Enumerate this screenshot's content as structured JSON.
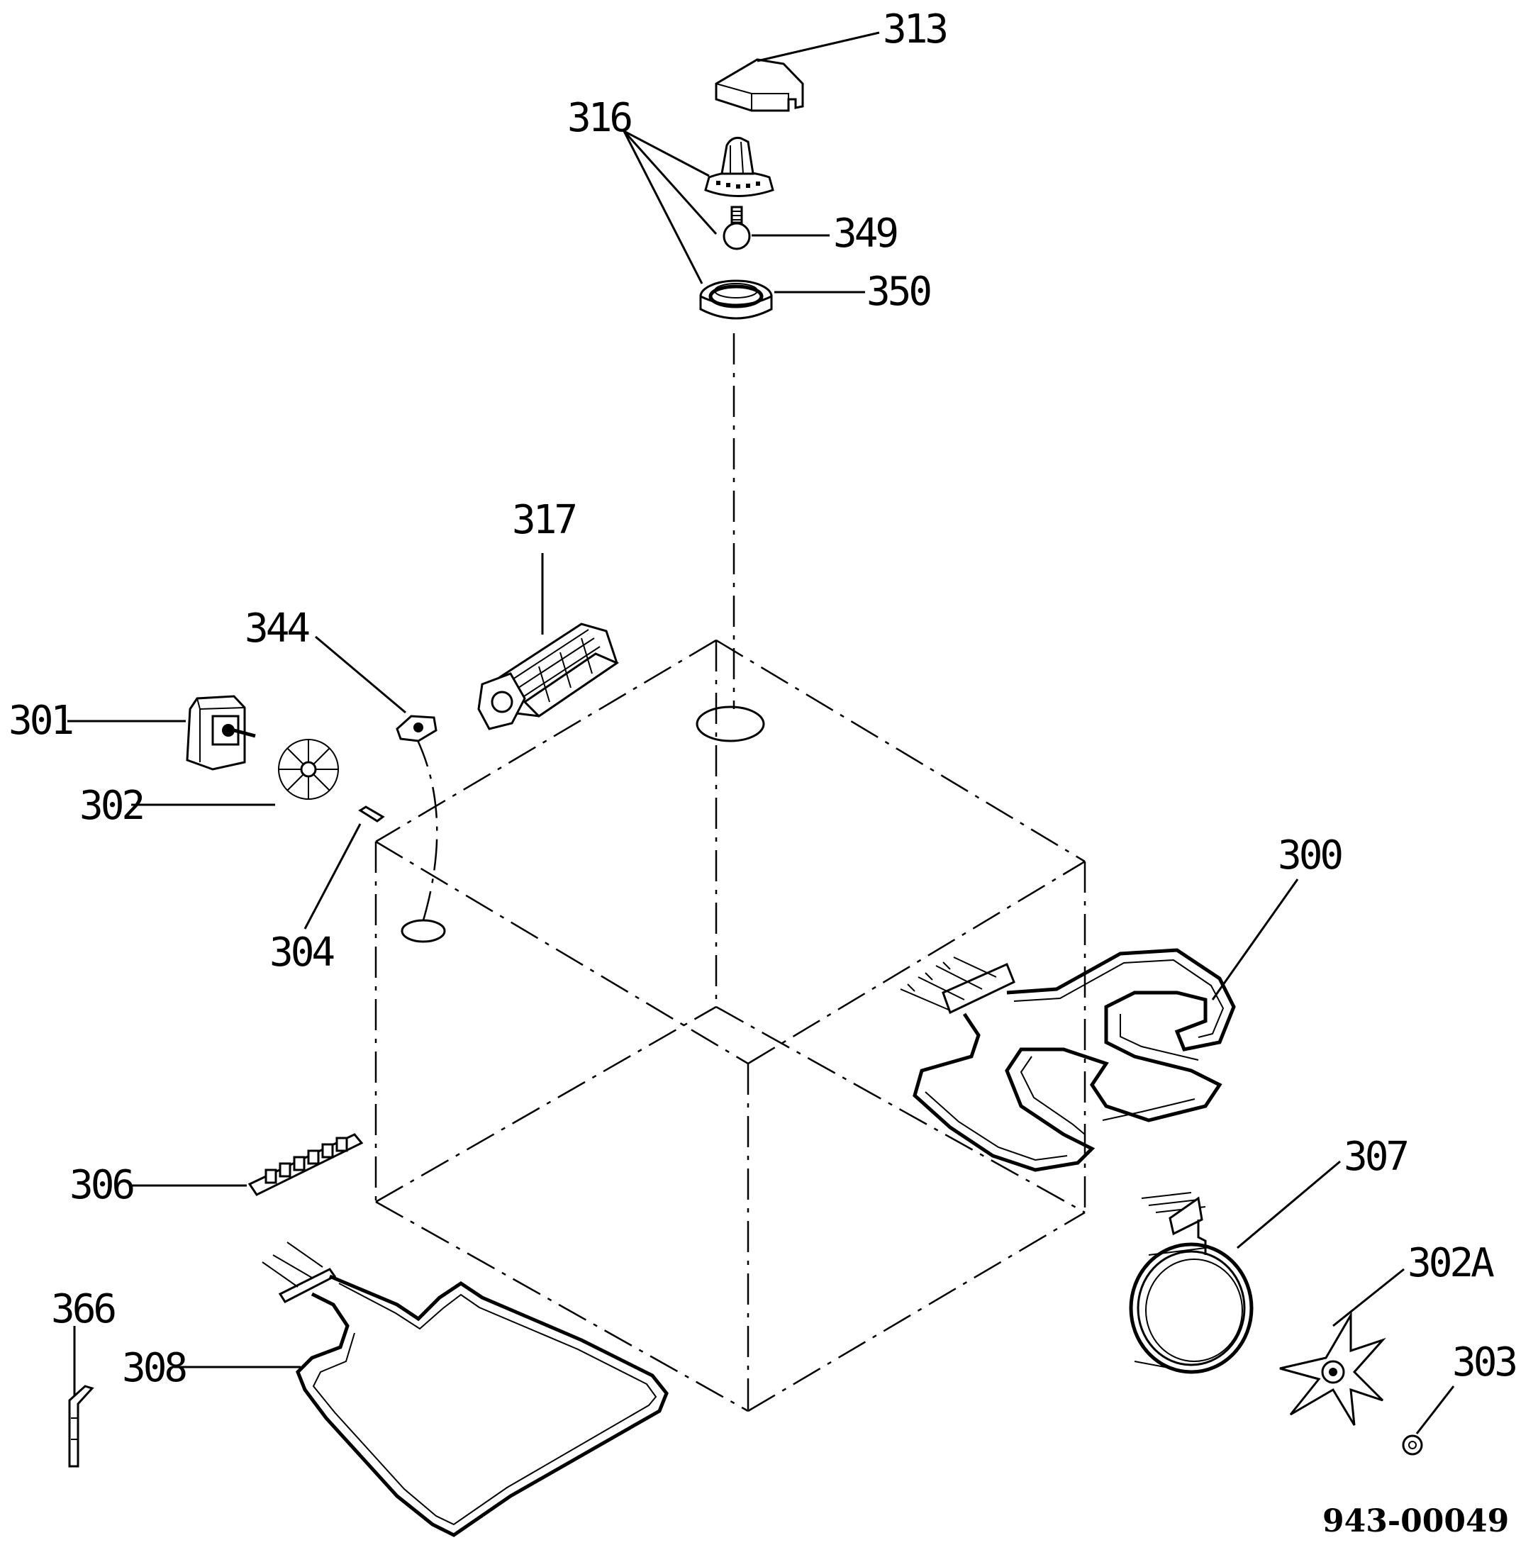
{
  "document_code": "943-00049",
  "parts": {
    "p300": "300",
    "p301": "301",
    "p302": "302",
    "p302a": "302A",
    "p303": "303",
    "p304": "304",
    "p306": "306",
    "p307": "307",
    "p308": "308",
    "p313": "313",
    "p316": "316",
    "p317": "317",
    "p344": "344",
    "p349": "349",
    "p350": "350",
    "p366": "366"
  }
}
